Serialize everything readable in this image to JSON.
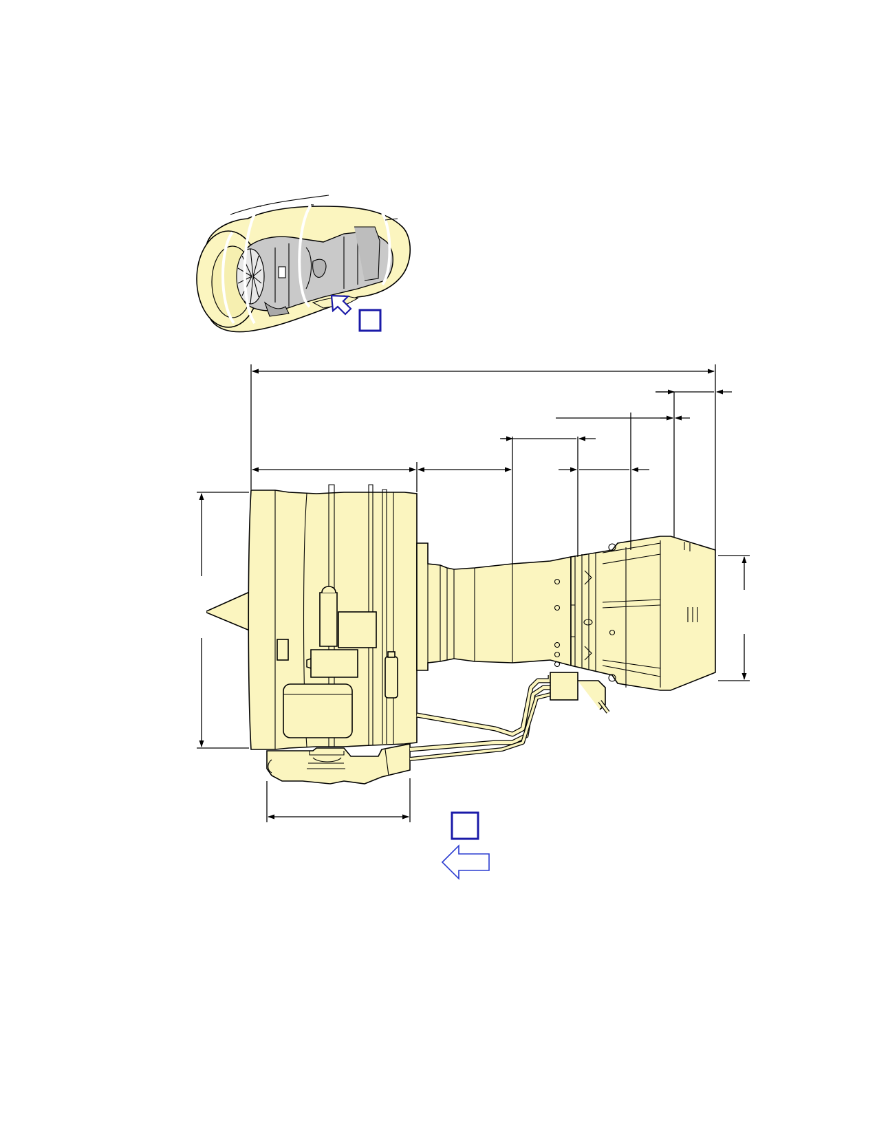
{
  "figure": {
    "kind": "engine-dimension-diagram",
    "colors": {
      "engine_fill": "#fbf5bf",
      "cutaway_gray": "#c9c9c9",
      "callout_blue": "#1a1aa8",
      "outline": "#000000"
    }
  },
  "overview": {
    "view_callout_label": "",
    "direction_icon": "pointer-arrow-icon"
  },
  "side_view": {
    "view_callout_label": "",
    "forward_arrow_icon": "forward-arrow-icon"
  },
  "dimensions": [
    {
      "id": "overall-length",
      "label": ""
    },
    {
      "id": "fan-case-length",
      "label": ""
    },
    {
      "id": "fan-to-core",
      "label": ""
    },
    {
      "id": "core-to-combustor",
      "label": ""
    },
    {
      "id": "combustor-length",
      "label": ""
    },
    {
      "id": "turbine-section",
      "label": ""
    },
    {
      "id": "exhaust-length",
      "label": ""
    },
    {
      "id": "fan-diameter",
      "label": ""
    },
    {
      "id": "exhaust-diameter",
      "label": ""
    },
    {
      "id": "gearbox-length",
      "label": ""
    }
  ]
}
